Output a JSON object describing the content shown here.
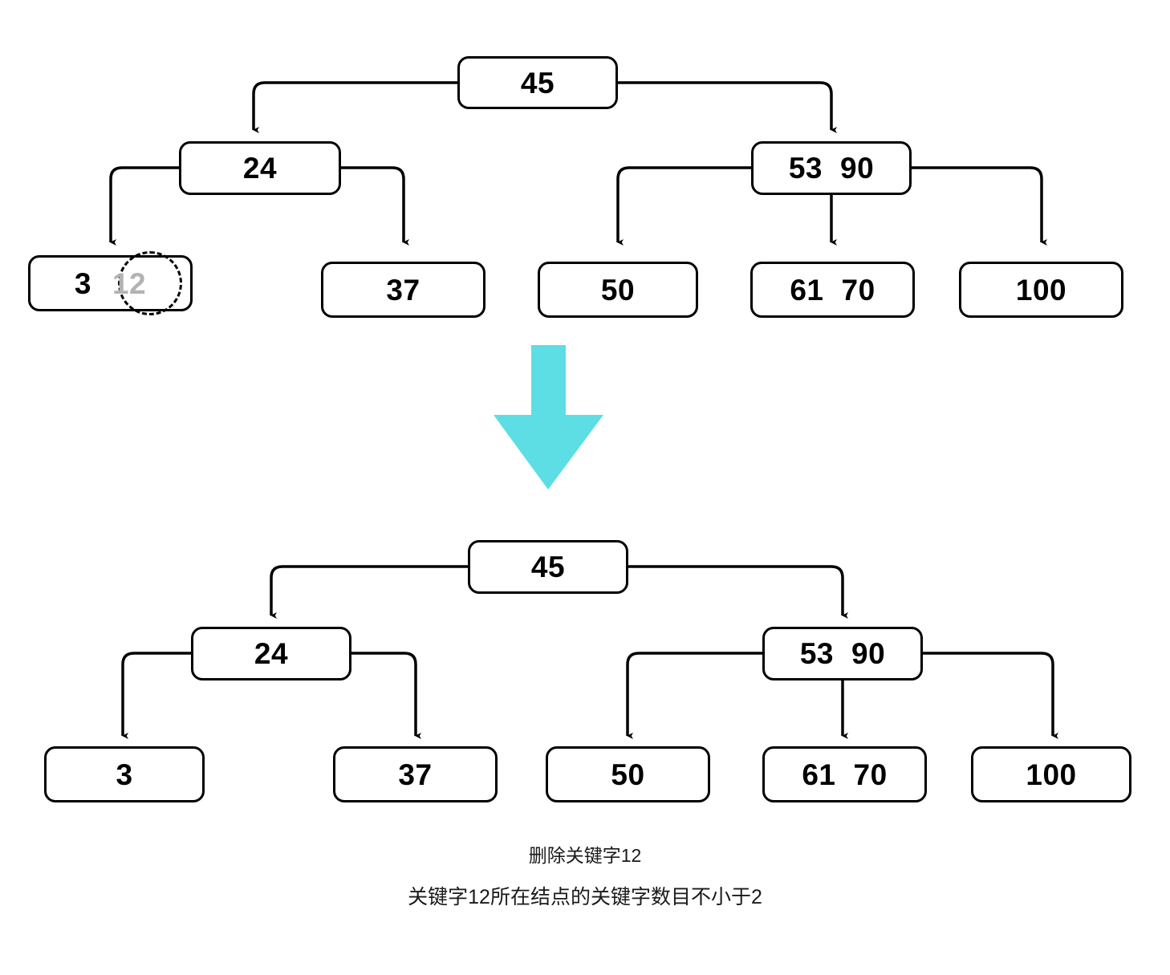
{
  "diagram": {
    "title": "B-tree key deletion illustration",
    "transition_arrow": {
      "icon": "down-arrow-icon",
      "color": "#5CDEE4"
    },
    "trees": [
      {
        "id": "before",
        "label": "before-deletion-tree",
        "nodes": [
          {
            "id": "root-45",
            "keys": [
              "45"
            ],
            "deleted_index": -1
          },
          {
            "id": "node-24",
            "keys": [
              "24"
            ],
            "deleted_index": -1
          },
          {
            "id": "node-53-90",
            "keys": [
              "53",
              "90"
            ],
            "deleted_index": -1
          },
          {
            "id": "leaf-3-12",
            "keys": [
              "3",
              "12"
            ],
            "deleted_index": 1
          },
          {
            "id": "leaf-37",
            "keys": [
              "37"
            ],
            "deleted_index": -1
          },
          {
            "id": "leaf-50",
            "keys": [
              "50"
            ],
            "deleted_index": -1
          },
          {
            "id": "leaf-61-70",
            "keys": [
              "61",
              "70"
            ],
            "deleted_index": -1
          },
          {
            "id": "leaf-100",
            "keys": [
              "100"
            ],
            "deleted_index": -1
          }
        ]
      },
      {
        "id": "after",
        "label": "after-deletion-tree",
        "nodes": [
          {
            "id": "root-45",
            "keys": [
              "45"
            ],
            "deleted_index": -1
          },
          {
            "id": "node-24",
            "keys": [
              "24"
            ],
            "deleted_index": -1
          },
          {
            "id": "node-53-90",
            "keys": [
              "53",
              "90"
            ],
            "deleted_index": -1
          },
          {
            "id": "leaf-3",
            "keys": [
              "3"
            ],
            "deleted_index": -1
          },
          {
            "id": "leaf-37",
            "keys": [
              "37"
            ],
            "deleted_index": -1
          },
          {
            "id": "leaf-50",
            "keys": [
              "50"
            ],
            "deleted_index": -1
          },
          {
            "id": "leaf-61-70",
            "keys": [
              "61",
              "70"
            ],
            "deleted_index": -1
          },
          {
            "id": "leaf-100",
            "keys": [
              "100"
            ],
            "deleted_index": -1
          }
        ]
      }
    ]
  },
  "tree_before": {
    "root": "45",
    "left_internal": "24",
    "right_internal_key1": "53",
    "right_internal_key2": "90",
    "leaf1_key1": "3",
    "leaf1_key2": "12",
    "leaf2": "37",
    "leaf3": "50",
    "leaf4_key1": "61",
    "leaf4_key2": "70",
    "leaf5": "100"
  },
  "tree_after": {
    "root": "45",
    "left_internal": "24",
    "right_internal_key1": "53",
    "right_internal_key2": "90",
    "leaf1": "3",
    "leaf2": "37",
    "leaf3": "50",
    "leaf4_key1": "61",
    "leaf4_key2": "70",
    "leaf5": "100"
  },
  "caption": {
    "line1": "删除关键字12",
    "line2": "关键字12所在结点的关键字数目不小于2"
  },
  "colors": {
    "stroke": "#000000",
    "deleted_key": "#b3b3b3",
    "arrow_fill": "#5CDEE4",
    "background": "#ffffff"
  }
}
